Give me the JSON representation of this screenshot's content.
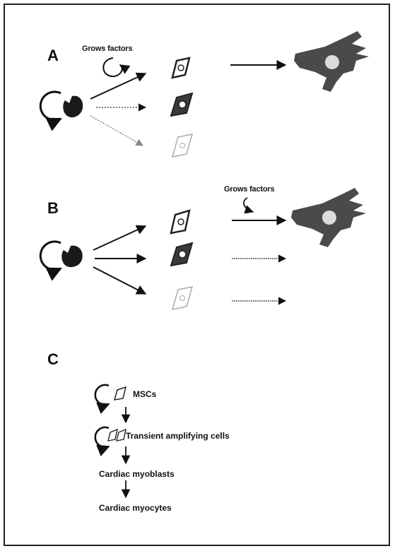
{
  "panels": {
    "a": {
      "letter": "A",
      "growth_label": "Grows factors"
    },
    "b": {
      "letter": "B",
      "growth_label": "Grows factors"
    },
    "c": {
      "letter": "C",
      "steps": [
        "MSCs",
        "Transient amplifying cells",
        "Cardiac myoblasts",
        "Cardiac myocytes"
      ]
    }
  },
  "colors": {
    "ink": "#111111",
    "cell_dark": "#3a3a3a",
    "cell_light": "#bdbdbd",
    "myocyte": "#4a4a4a"
  }
}
